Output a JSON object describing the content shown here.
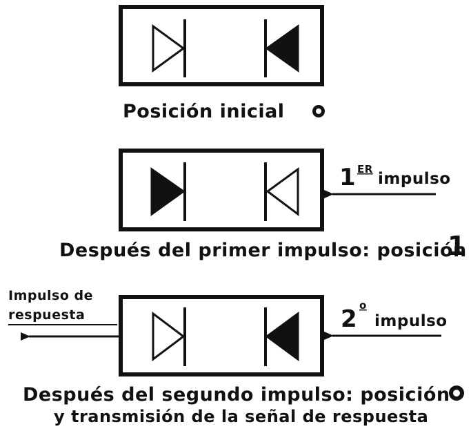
{
  "diagram": {
    "panels": [
      {
        "caption_main": "Posición inicial",
        "state_symbol": "0",
        "left_diode_filled": false,
        "right_diode_filled": true
      },
      {
        "caption_main": "Después del primer impulso: posición",
        "state_symbol": "1",
        "left_diode_filled": true,
        "right_diode_filled": false,
        "input_label_number": "1",
        "input_label_suffix": "ER",
        "input_label_word": "impulso"
      },
      {
        "caption_main": "Después del segundo impulso: posición",
        "state_symbol": "0",
        "caption_line2": "y transmisión de la señal de respuesta",
        "left_diode_filled": false,
        "right_diode_filled": true,
        "input_label_number": "2",
        "input_label_suffix": "o",
        "input_label_word": "impulso",
        "output_label_line1": "Impulso de",
        "output_label_line2": "respuesta"
      }
    ]
  }
}
